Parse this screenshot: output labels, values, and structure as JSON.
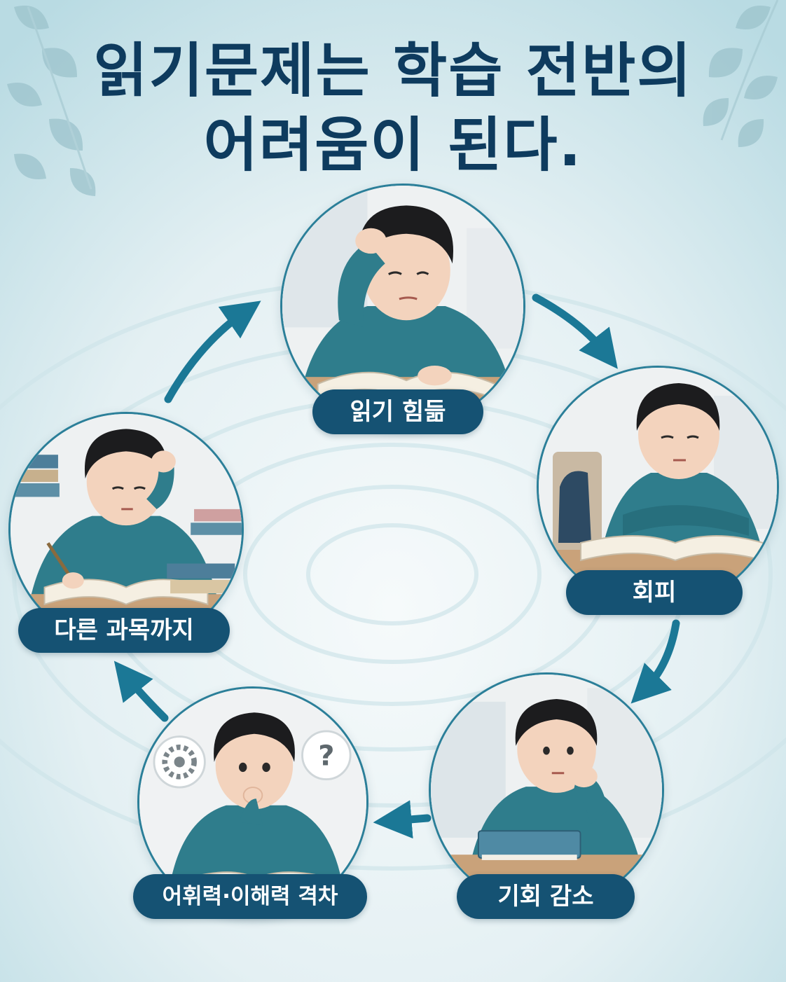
{
  "title": {
    "line1": "읽기문제는 학습 전반의",
    "line2": "어려움이 된다."
  },
  "cycle": {
    "steps": [
      {
        "label": "읽기 힘듦"
      },
      {
        "label": "회피"
      },
      {
        "label": "기회 감소"
      },
      {
        "label": "어휘력·이해력 격차"
      },
      {
        "label": "다른 과목까지"
      }
    ],
    "bubble_symbol": "?"
  },
  "colors": {
    "title": "#0e3b5e",
    "label_bg": "#155273",
    "arrow": "#1b7896",
    "ring": "#2b7f99",
    "sweater": "#2f7d8c",
    "hair": "#1c1c1e",
    "skin": "#f3d3bd"
  }
}
